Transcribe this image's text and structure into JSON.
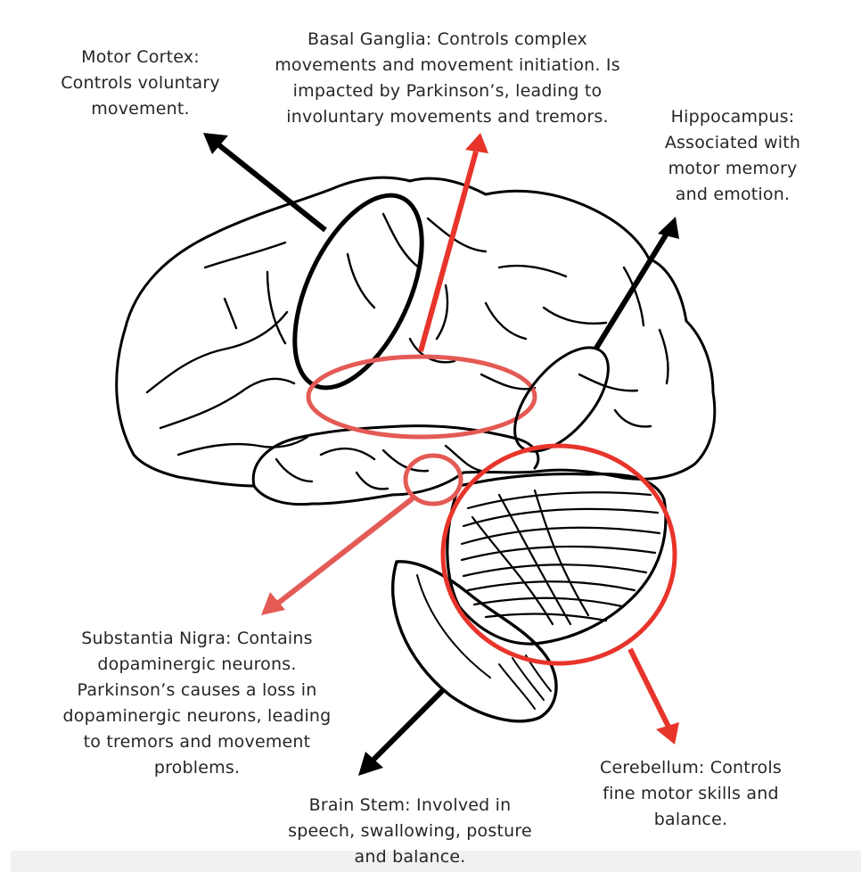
{
  "title": "Brain regions involved in movement and Parkinson's disease",
  "colors": {
    "black_annotation": "#000000",
    "red_annotation": "#e8342a",
    "light_red_annotation": "#e45a55",
    "text": "#262626",
    "background": "#ffffff"
  },
  "labels": {
    "motor_cortex": {
      "annotation_color": "black",
      "lines": [
        "Motor Cortex:",
        "Controls voluntary",
        "movement."
      ]
    },
    "basal_ganglia": {
      "annotation_color": "red",
      "lines": [
        "Basal Ganglia:  Controls complex",
        "movements and movement initiation.  Is",
        "impacted by  Parkinson’s, leading to",
        "involuntary movements and tremors."
      ]
    },
    "hippocampus": {
      "annotation_color": "black",
      "lines": [
        "Hippocampus:",
        "Associated with",
        "motor memory",
        "and emotion."
      ]
    },
    "substantia_nigra": {
      "annotation_color": "red",
      "lines": [
        "Substantia  Nigra: Contains",
        "dopaminergic neurons.",
        "Parkinson’s causes a loss in",
        "dopaminergic neurons, leading",
        "to tremors and movement",
        "problems."
      ]
    },
    "brain_stem": {
      "annotation_color": "black",
      "lines": [
        "Brain Stem:  Involved in",
        "speech, swallowing, posture",
        "and balance."
      ]
    },
    "cerebellum": {
      "annotation_color": "red",
      "lines": [
        "Cerebellum: Controls",
        "fine motor skills and",
        "balance."
      ]
    }
  }
}
